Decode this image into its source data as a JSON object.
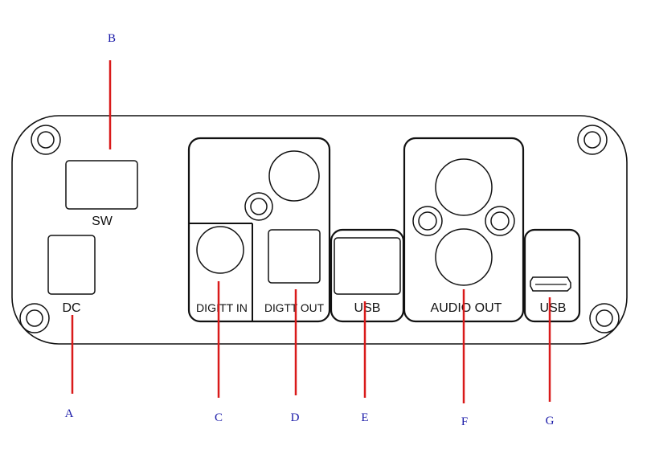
{
  "callouts": {
    "a": "A",
    "b": "B",
    "c": "C",
    "d": "D",
    "e": "E",
    "f": "F",
    "g": "G"
  },
  "labels": {
    "sw": "SW",
    "dc": "DC",
    "digital_in": "DIGITT IN",
    "digital_out": "DIGTT OUT",
    "usb_e": "USB",
    "audio_out": "AUDIO OUT",
    "usb_g": "USB"
  },
  "colors": {
    "callout_line": "#d91a1a",
    "callout_text": "#1a1aa8",
    "outline": "#111111"
  }
}
